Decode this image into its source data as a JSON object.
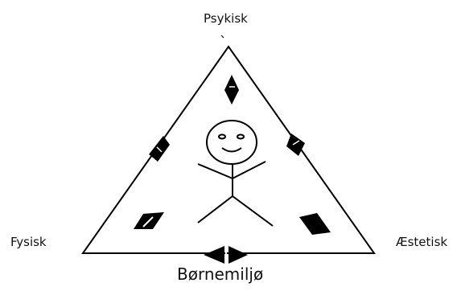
{
  "diagram": {
    "labels": {
      "top": "Psykisk",
      "left": "Fysisk",
      "right": "Æstetisk",
      "bottom": "Børnemiljø"
    },
    "icons": [
      "smiley-stick-figure-icon",
      "diamond-arrow-icon",
      "double-arrow-icon"
    ],
    "colors": {
      "stroke": "#000000",
      "background": "#ffffff"
    }
  }
}
